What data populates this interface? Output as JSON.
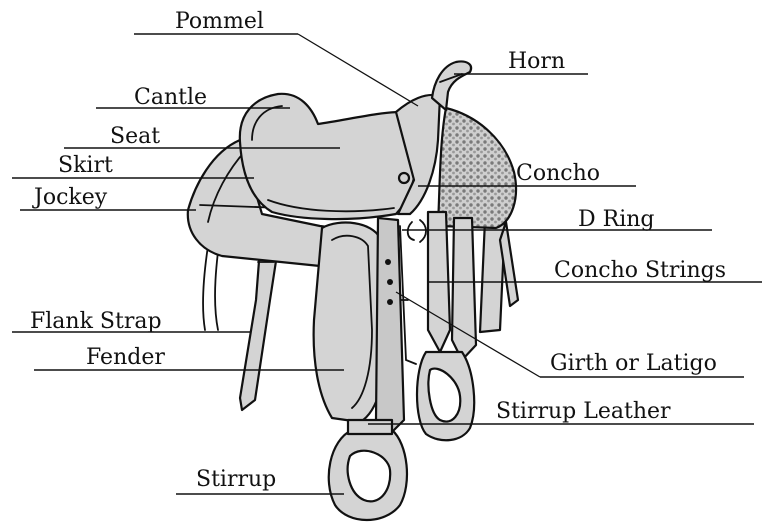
{
  "labels": {
    "pommel": "Pommel",
    "horn": "Horn",
    "cantle": "Cantle",
    "seat": "Seat",
    "skirt": "Skirt",
    "jockey": "Jockey",
    "concho": "Concho",
    "d_ring": "D Ring",
    "concho_strings": "Concho Strings",
    "flank_strap": "Flank Strap",
    "fender": "Fender",
    "girth_or_latigo": "Girth or Latigo",
    "stirrup_leather": "Stirrup Leather",
    "stirrup": "Stirrup"
  },
  "colors": {
    "leather": "#d4d4d4",
    "outline": "#111111",
    "fleece": "#9a9a9a"
  }
}
